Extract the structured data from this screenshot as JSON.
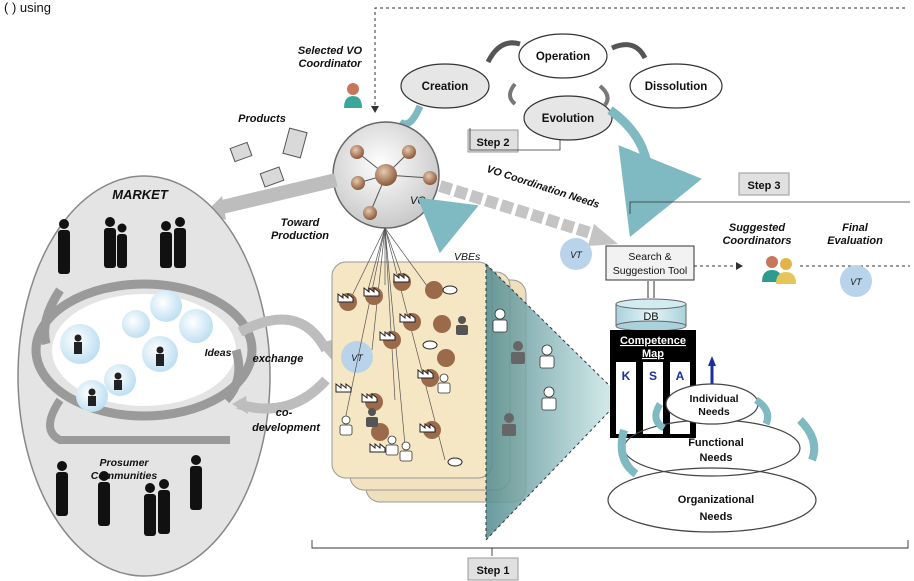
{
  "top_left_fragment": "(                   ) using",
  "vo_lifecycle": {
    "selected_coordinator": [
      "Selected VO",
      "Coordinator"
    ],
    "creation": "Creation",
    "operation": "Operation",
    "evolution": "Evolution",
    "dissolution": "Dissolution"
  },
  "left": {
    "products": "Products",
    "market": "MARKET",
    "toward_production": [
      "Toward",
      "Production"
    ],
    "ideas": "Ideas",
    "exchange": "exchange",
    "co_development": [
      "co-",
      "development"
    ],
    "prosumer_communities": [
      "Prosumer",
      "Communities"
    ]
  },
  "center": {
    "vo": "VO",
    "vbes": "VBEs",
    "vt": "VT",
    "vo_coordination_needs": "VO Coordination Needs"
  },
  "right": {
    "search_tool": [
      "Search &",
      "Suggestion Tool"
    ],
    "db": "DB",
    "competence_map": [
      "Competence",
      "Map"
    ],
    "ksa": [
      "K",
      "S",
      "A"
    ],
    "individual_needs": [
      "Individual",
      "Needs"
    ],
    "functional_needs": [
      "Functional",
      "Needs"
    ],
    "organizational_needs": [
      "Organizational",
      "Needs"
    ],
    "suggested_coordinators": [
      "Suggested",
      "Coordinators"
    ],
    "final_evaluation": [
      "Final",
      "Evaluation"
    ],
    "vt": "VT"
  },
  "steps": {
    "step1": "Step 1",
    "step2": "Step 2",
    "step3": "Step 3"
  },
  "colors": {
    "lifecycle_ellipse": "#e6e6e6",
    "market_ellipse": "#e4e4e4",
    "vbe_panel": "#f5e6c4",
    "triangle": "#a8d0d2",
    "arrow_teal": "#7fb9c2",
    "vt_circle": "#b8d3ea",
    "ksa_blue": "#1c2fa0"
  }
}
